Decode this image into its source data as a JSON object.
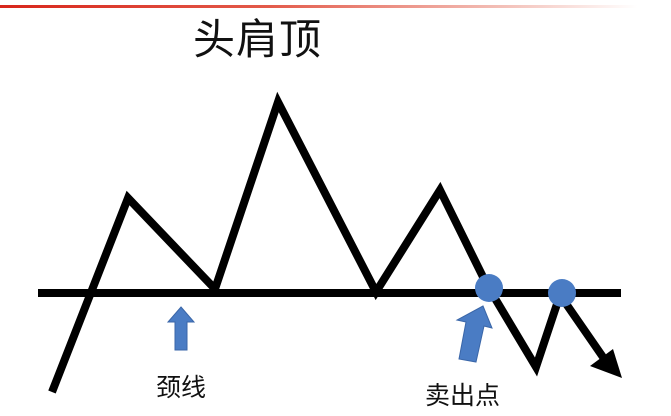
{
  "title": "头肩顶",
  "labels": {
    "neckline": "颈线",
    "sell_point": "卖出点"
  },
  "colors": {
    "accent_line": "#d8261b",
    "marker": "#4a7cc4",
    "price_line": "#000000"
  }
}
